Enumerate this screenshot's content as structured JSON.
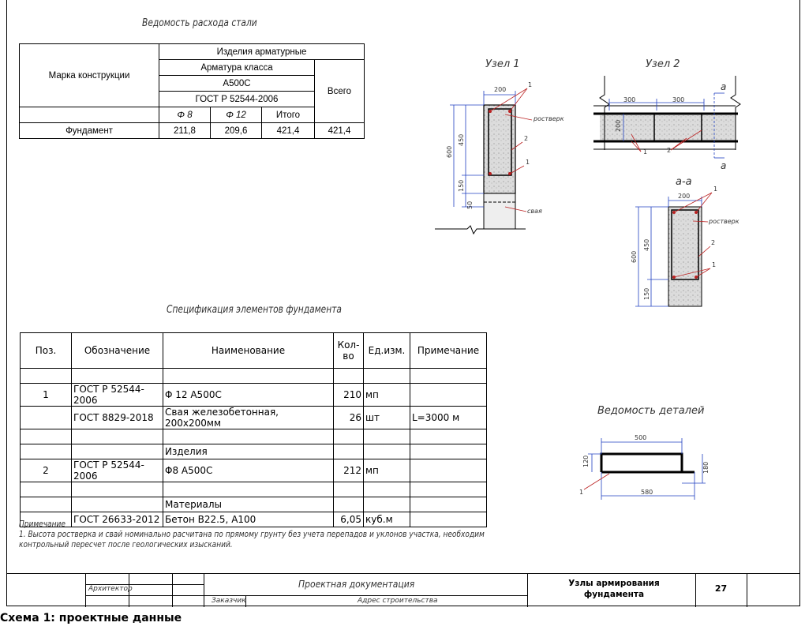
{
  "steel_table": {
    "title": "Ведомость расхода стали",
    "col_mark": "Марка конструкции",
    "group": "Изделия арматурные",
    "class_label": "Арматура класса",
    "class": "А500С",
    "gost": "ГОСТ Р 52544-2006",
    "d8": "Φ 8",
    "d12": "Φ 12",
    "itogo": "Итого",
    "vsego": "Всего",
    "row": {
      "name": "Фундамент",
      "v8": "211,8",
      "v12": "209,6",
      "itogo": "421,4",
      "vsego": "421,4"
    }
  },
  "spec_table": {
    "title": "Спецификация элементов фундамента",
    "headers": {
      "pos": "Поз.",
      "oboz": "Обозначение",
      "naim": "Наименование",
      "kol": "Кол-во",
      "ed": "Ед.изм.",
      "prim": "Примечание"
    },
    "rows": [
      {
        "pos": "",
        "oboz": "",
        "naim": "",
        "kol": "",
        "ed": "",
        "prim": ""
      },
      {
        "pos": "1",
        "oboz": "ГОСТ Р 52544-2006",
        "naim": "Φ 12 А500С",
        "kol": "210",
        "ed": "мп",
        "prim": ""
      },
      {
        "pos": "",
        "oboz": "ГОСТ 8829-2018",
        "naim": "Свая железобетонная, 200х200мм",
        "kol": "26",
        "ed": "шт",
        "prim": "L=3000 м"
      },
      {
        "pos": "",
        "oboz": "",
        "naim": "",
        "kol": "",
        "ed": "",
        "prim": ""
      },
      {
        "pos": "",
        "oboz": "",
        "naim": "Изделия",
        "kol": "",
        "ed": "",
        "prim": ""
      },
      {
        "pos": "2",
        "oboz": "ГОСТ Р 52544-2006",
        "naim": "Φ8 А500С",
        "kol": "212",
        "ed": "мп",
        "prim": ""
      },
      {
        "pos": "",
        "oboz": "",
        "naim": "",
        "kol": "",
        "ed": "",
        "prim": ""
      },
      {
        "pos": "",
        "oboz": "",
        "naim": "Материалы",
        "kol": "",
        "ed": "",
        "prim": ""
      },
      {
        "pos": "",
        "oboz": "ГОСТ 26633-2012",
        "naim": "Бетон В22.5, А100",
        "kol": "6,05",
        "ed": "куб.м",
        "prim": ""
      }
    ]
  },
  "note": {
    "title": "Примечание",
    "text": "1. Высота ростверка и свай номинально расчитана по прямому грунту без учета перепадов и уклонов участка, необходим контрольный пересчет после геологических изысканий."
  },
  "drawings": {
    "node1": {
      "title": "Узел 1",
      "dim_w": "200",
      "dim_total": "600",
      "dim_450": "450",
      "dim_150": "150",
      "dim_50": "50",
      "label_rostverk": "ростверк",
      "label_svaya": "свая",
      "m1": "1",
      "m2": "2",
      "m1b": "1"
    },
    "node2": {
      "title": "Узел 2",
      "dim_a": "300",
      "dim_b": "300",
      "dim_h": "200",
      "cut": "а",
      "m1": "1",
      "m2": "2"
    },
    "section_aa": {
      "title": "а-а",
      "dim_w": "200",
      "dim_total": "600",
      "dim_450": "450",
      "dim_150": "150",
      "label_rostverk": "ростверк",
      "m1": "1",
      "m2": "2",
      "m1b": "1"
    },
    "details": {
      "title": "Ведомость деталей",
      "dim_top": "500",
      "dim_bottom": "580",
      "dim_left": "120",
      "dim_right": "180",
      "mark": "1"
    }
  },
  "stamp": {
    "architect": "Архитектор",
    "project": "Проектная документация",
    "customer": "Заказчик",
    "address": "Адрес строительства",
    "sheet_title": "Узлы армирования фундамента",
    "sheet_num": "27"
  },
  "caption": "Схема 1: проектные данные"
}
